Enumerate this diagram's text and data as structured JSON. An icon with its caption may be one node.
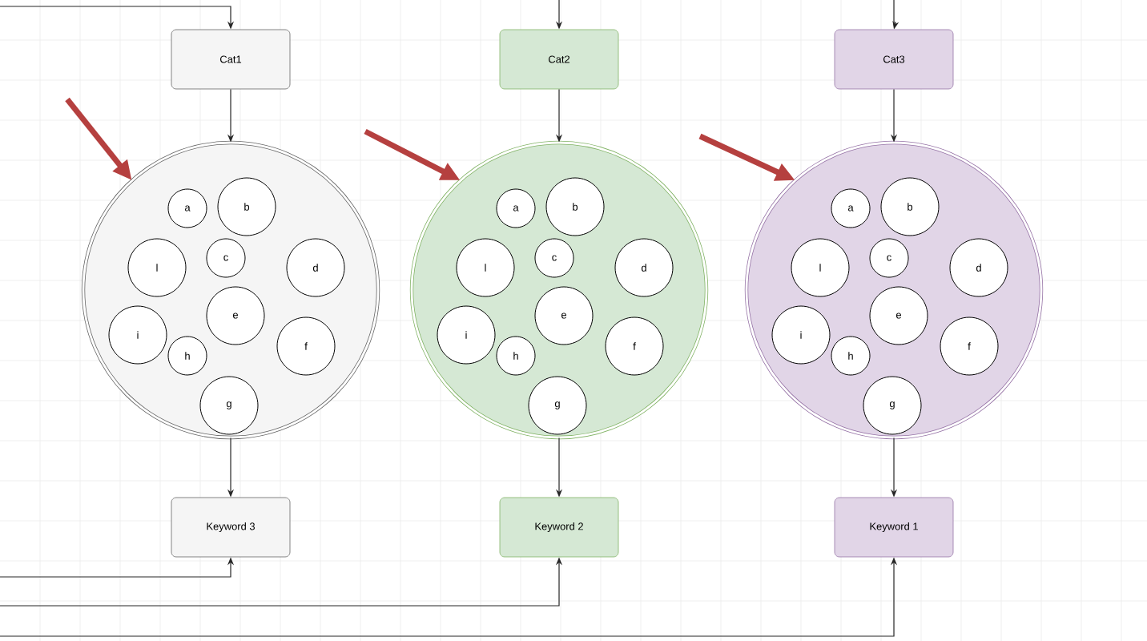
{
  "diagram": {
    "nodes": [
      {
        "text": [
          "Cat1"
        ]
      },
      {
        "text": [],
        "shape": "circle"
      },
      {
        "text": [
          "a"
        ],
        "in": 1
      },
      {
        "text": [
          "b"
        ],
        "in": 1
      },
      {
        "text": [
          "c"
        ],
        "in": 1
      },
      {
        "text": [
          "l"
        ],
        "in": 1
      },
      {
        "text": [
          "d"
        ],
        "in": 1
      },
      {
        "text": [
          "e"
        ],
        "in": 1
      },
      {
        "text": [
          "i"
        ],
        "in": 1
      },
      {
        "text": [
          "h"
        ],
        "in": 1
      },
      {
        "text": [
          "f"
        ],
        "in": 1
      },
      {
        "text": [
          "g"
        ],
        "in": 1
      },
      {
        "text": [
          "Keyword 3"
        ]
      },
      {
        "text": [
          "Cat2"
        ]
      },
      {
        "text": [],
        "shape": "circle"
      },
      {
        "text": [
          "a"
        ],
        "in": 14
      },
      {
        "text": [
          "b"
        ],
        "in": 14
      },
      {
        "text": [
          "c"
        ],
        "in": 14
      },
      {
        "text": [
          "l"
        ],
        "in": 14
      },
      {
        "text": [
          "d"
        ],
        "in": 14
      },
      {
        "text": [
          "e"
        ],
        "in": 14
      },
      {
        "text": [
          "i"
        ],
        "in": 14
      },
      {
        "text": [
          "h"
        ],
        "in": 14
      },
      {
        "text": [
          "f"
        ],
        "in": 14
      },
      {
        "text": [
          "g"
        ],
        "in": 14
      },
      {
        "text": [
          "Keyword 2"
        ]
      },
      {
        "text": [
          "Cat3"
        ]
      },
      {
        "text": [],
        "shape": "circle"
      },
      {
        "text": [
          "a"
        ],
        "in": 27
      },
      {
        "text": [
          "b"
        ],
        "in": 27
      },
      {
        "text": [
          "c"
        ],
        "in": 27
      },
      {
        "text": [
          "l"
        ],
        "in": 27
      },
      {
        "text": [
          "d"
        ],
        "in": 27
      },
      {
        "text": [
          "e"
        ],
        "in": 27
      },
      {
        "text": [
          "i"
        ],
        "in": 27
      },
      {
        "text": [
          "h"
        ],
        "in": 27
      },
      {
        "text": [
          "f"
        ],
        "in": 27
      },
      {
        "text": [
          "g"
        ],
        "in": 27
      },
      {
        "text": [
          "Keyword 1"
        ]
      }
    ],
    "edges": [
      {
        "from": null,
        "to": 0,
        "arrow": "to"
      },
      {
        "from": 0,
        "to": 1,
        "arrow": "to"
      },
      {
        "from": 1,
        "to": 12,
        "arrow": "to"
      },
      {
        "from": null,
        "to": 12,
        "arrow": "to"
      },
      {
        "from": null,
        "to": 1,
        "arrow": "to",
        "style": "thick",
        "color": "#b5403f"
      },
      {
        "from": null,
        "to": 13,
        "arrow": "to"
      },
      {
        "from": 13,
        "to": 14,
        "arrow": "to"
      },
      {
        "from": 14,
        "to": 25,
        "arrow": "to"
      },
      {
        "from": null,
        "to": 25,
        "arrow": "to"
      },
      {
        "from": null,
        "to": 14,
        "arrow": "to",
        "style": "thick",
        "color": "#b5403f"
      },
      {
        "from": null,
        "to": 26,
        "arrow": "to"
      },
      {
        "from": 26,
        "to": 27,
        "arrow": "to"
      },
      {
        "from": 27,
        "to": 38,
        "arrow": "to"
      },
      {
        "from": null,
        "to": 38,
        "arrow": "to"
      },
      {
        "from": null,
        "to": 27,
        "arrow": "to",
        "style": "thick",
        "color": "#b5403f"
      }
    ]
  }
}
